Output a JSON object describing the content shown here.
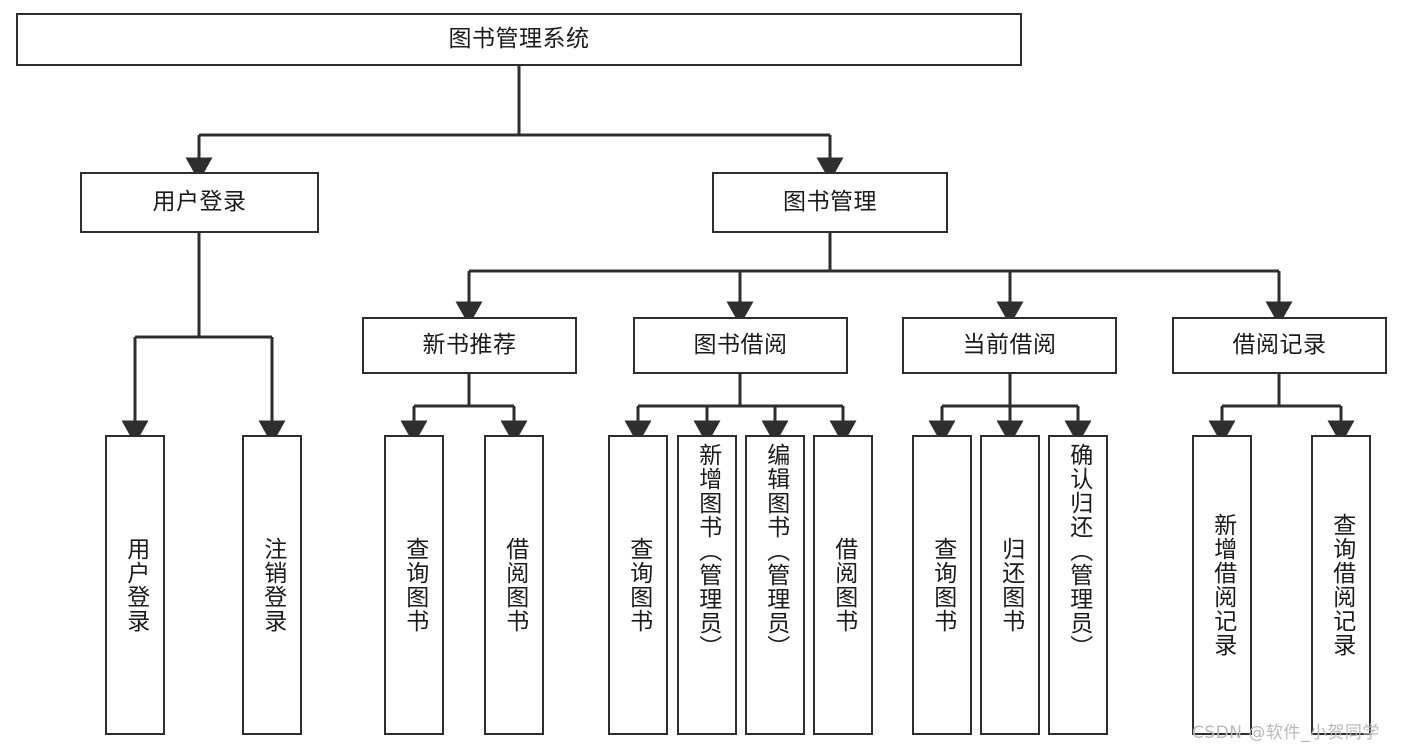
{
  "diagram": {
    "type": "tree-hierarchy-chart",
    "title": "图书管理系统",
    "background_color": "#ffffff",
    "line_color": "#2e2e2e",
    "text_color": "#1b1b1b",
    "root": {
      "label": "图书管理系统"
    },
    "level2": [
      {
        "label": "用户登录"
      },
      {
        "label": "图书管理"
      }
    ],
    "level3": [
      {
        "label": "新书推荐"
      },
      {
        "label": "图书借阅"
      },
      {
        "label": "当前借阅"
      },
      {
        "label": "借阅记录"
      }
    ],
    "leaves": {
      "user_login": [
        {
          "label": "用户登录"
        },
        {
          "label": "注销登录"
        }
      ],
      "new_book_recommend": [
        {
          "label": "查询图书"
        },
        {
          "label": "借阅图书"
        }
      ],
      "book_borrow": [
        {
          "label": "查询图书"
        },
        {
          "label": "新增图书（管理员）"
        },
        {
          "label": "编辑图书（管理员）"
        },
        {
          "label": "借阅图书"
        }
      ],
      "current_borrow": [
        {
          "label": "查询图书"
        },
        {
          "label": "归还图书"
        },
        {
          "label": "确认归还（管理员）"
        }
      ],
      "borrow_record": [
        {
          "label": "新增借阅记录"
        },
        {
          "label": "查询借阅记录"
        }
      ]
    },
    "watermark": "CSDN @软件_小贺同学"
  }
}
